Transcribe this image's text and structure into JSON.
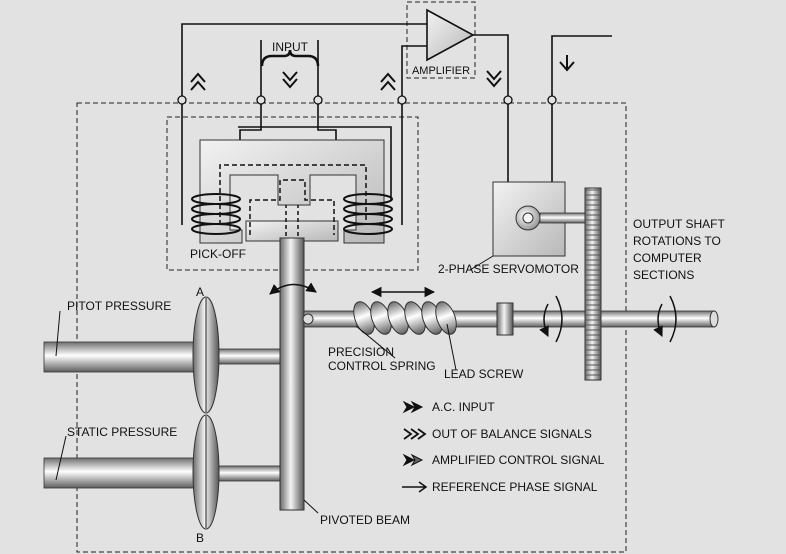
{
  "labels": {
    "input": "INPUT",
    "amplifier": "AMPLIFIER",
    "pick_off": "PICK-OFF",
    "servomotor": "2-PHASE SERVOMOTOR",
    "output_line1": "OUTPUT SHAFT",
    "output_line2": "ROTATIONS TO",
    "output_line3": "COMPUTER",
    "output_line4": "SECTIONS",
    "pitot_pressure": "PITOT PRESSURE",
    "static_pressure": "STATIC PRESSURE",
    "capsule_a": "A",
    "capsule_b": "B",
    "spring_line1": "PRECISION",
    "spring_line2": "CONTROL SPRING",
    "lead_screw": "LEAD SCREW",
    "pivoted_beam": "PIVOTED BEAM"
  },
  "legend": [
    {
      "label": "A.C. INPUT",
      "icon": "double-filled-arrow-icon"
    },
    {
      "label": "OUT OF BALANCE SIGNALS",
      "icon": "double-outline-arrow-icon"
    },
    {
      "label": "AMPLIFIED CONTROL SIGNAL",
      "icon": "double-shaded-arrow-icon"
    },
    {
      "label": "REFERENCE PHASE SIGNAL",
      "icon": "single-outline-arrow-icon"
    }
  ],
  "colors": {
    "background": "#e2e2e2",
    "line": "#111111",
    "metal_dark": "#777777",
    "metal_light": "#ffffff"
  }
}
